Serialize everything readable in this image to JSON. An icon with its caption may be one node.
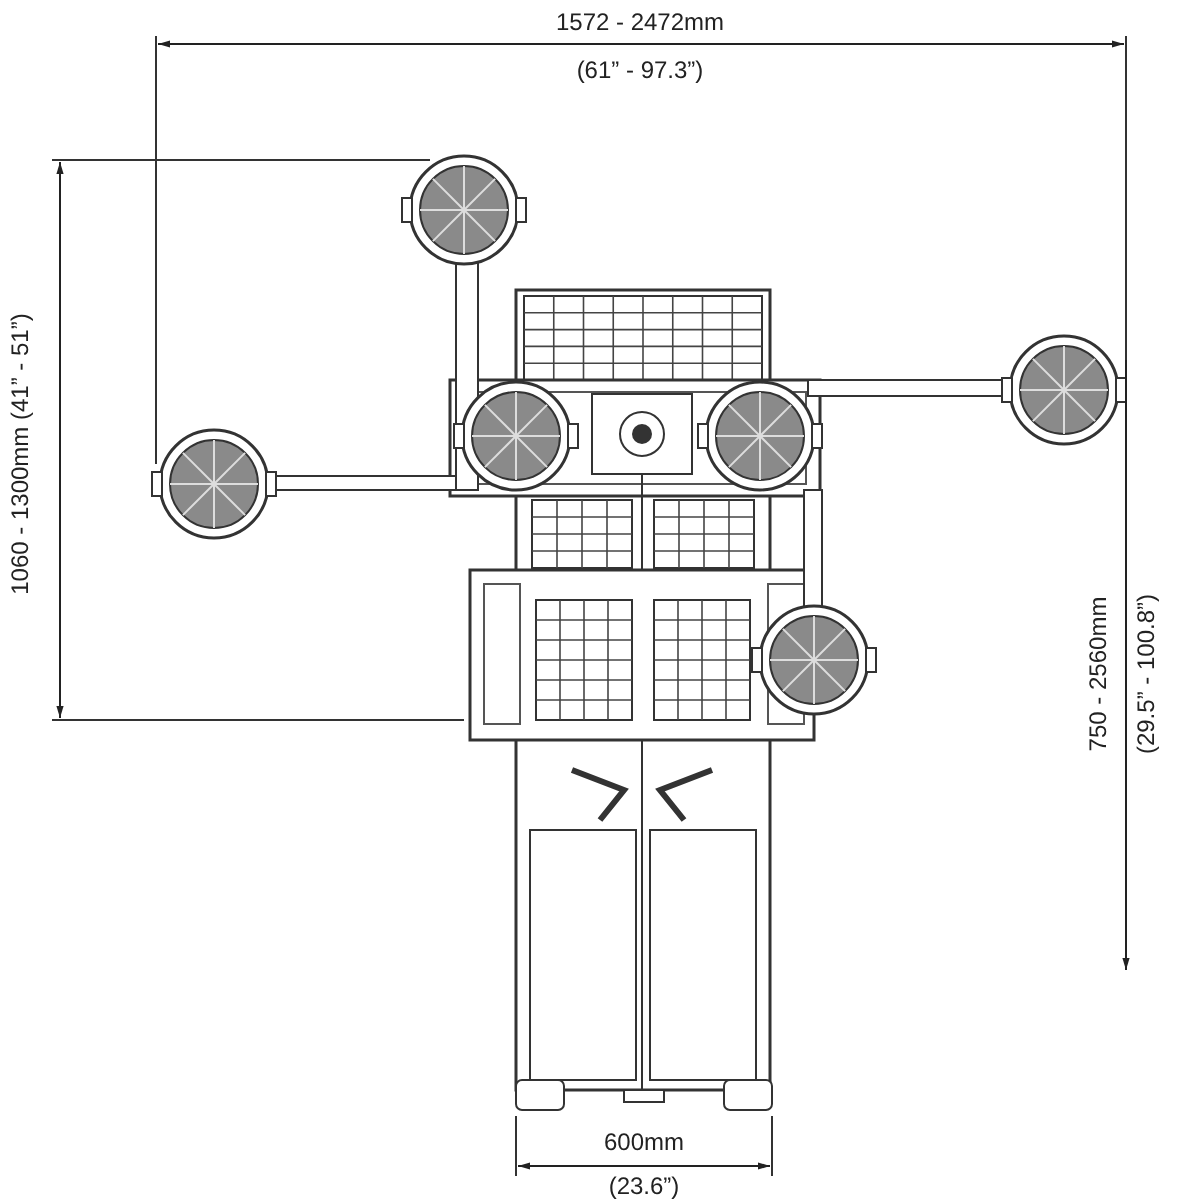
{
  "diagram": {
    "labels": [
      "1572 - 2472mm",
      "(61” - 97.3”)",
      "1060 - 1300mm (41” - 51”)",
      "750 - 2560mm",
      "(29.5” - 100.8”)",
      "600mm",
      "(23.6”)"
    ]
  }
}
